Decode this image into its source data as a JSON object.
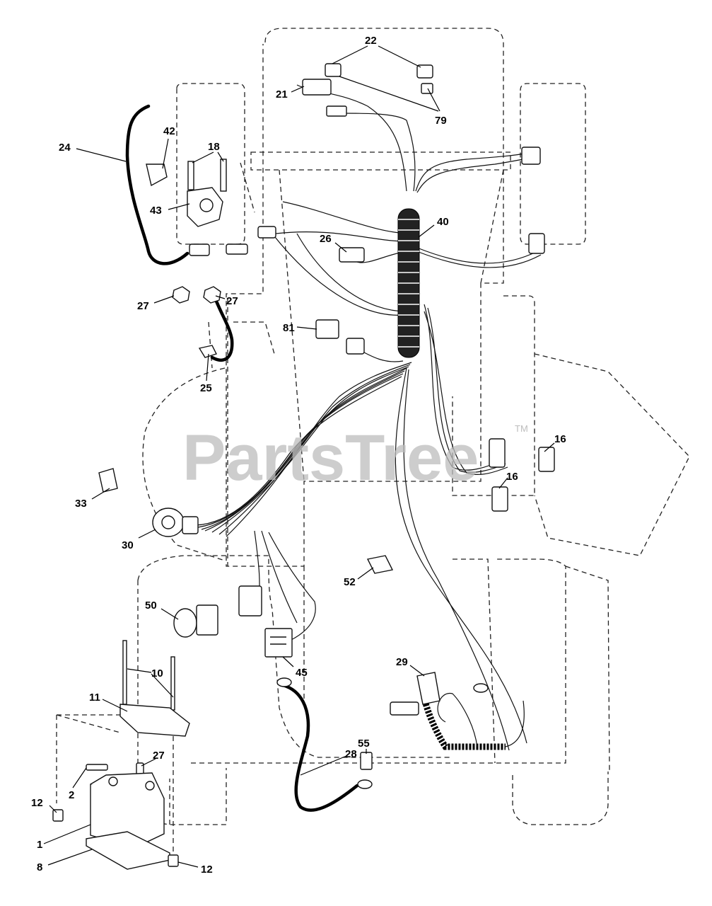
{
  "watermark": {
    "text": "PartsTree",
    "trademark": "TM"
  },
  "callouts": {
    "c1": "1",
    "c2": "2",
    "c8": "8",
    "c10": "10",
    "c11": "11",
    "c12a": "12",
    "c12b": "12",
    "c16a": "16",
    "c16b": "16",
    "c18": "18",
    "c21": "21",
    "c22": "22",
    "c24": "24",
    "c25": "25",
    "c26": "26",
    "c27a": "27",
    "c27b": "27",
    "c27c": "27",
    "c28": "28",
    "c29": "29",
    "c30": "30",
    "c33": "33",
    "c40": "40",
    "c42": "42",
    "c43": "43",
    "c45": "45",
    "c50": "50",
    "c52": "52",
    "c55": "55",
    "c79": "79",
    "c81": "81"
  }
}
